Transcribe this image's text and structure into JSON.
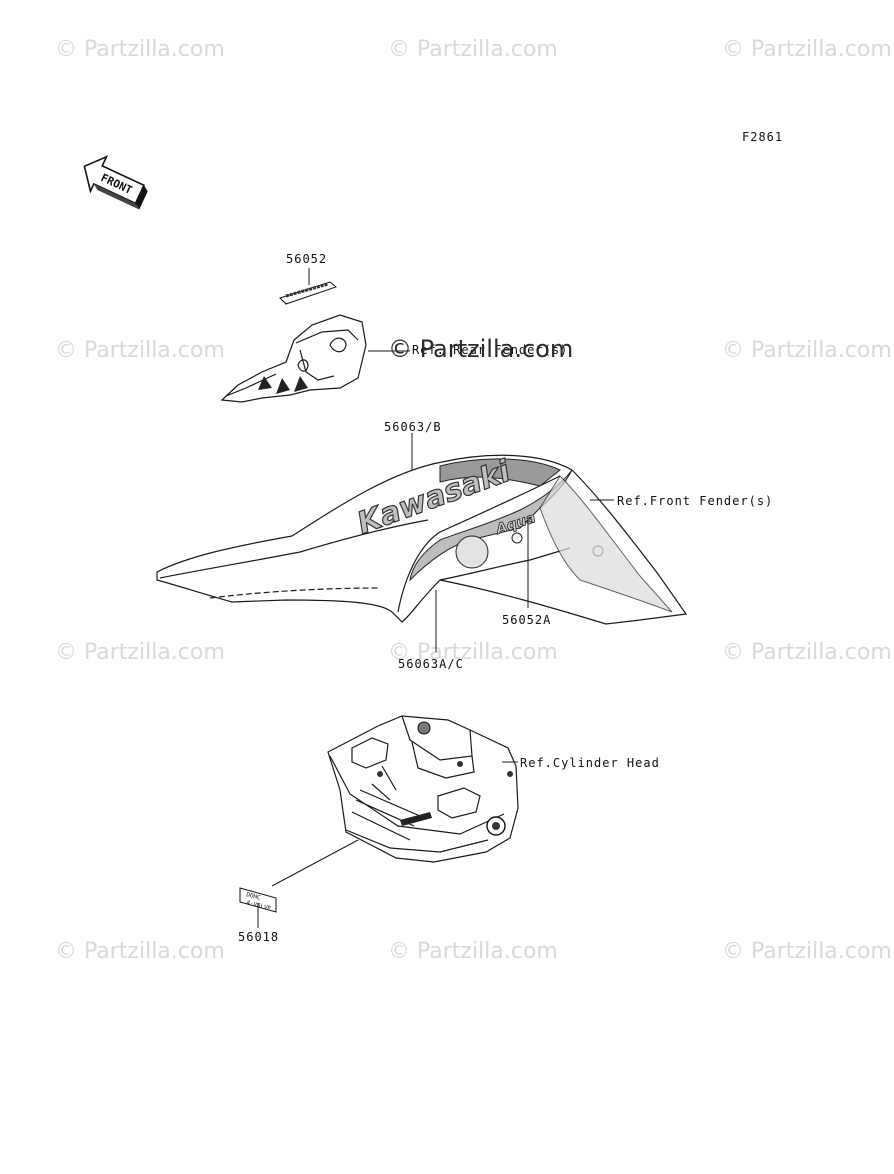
{
  "diagram": {
    "figure_code": "F2861",
    "front_arrow_label": "FRONT",
    "watermark_text": "© Partzilla.com",
    "overlay_watermark_text": "© Partzilla.com",
    "parts": {
      "part_56052": "56052",
      "part_56063B": "56063/B",
      "part_56052A": "56052A",
      "part_56063AC": "56063A/C",
      "part_56018": "56018"
    },
    "references": {
      "rear_fender": "Ref. Rear Fender(s)",
      "front_fender": "Ref.Front Fender(s)",
      "cylinder_head": "Ref.Cylinder Head"
    },
    "decal_text": {
      "brand": "Kawasaki",
      "model": "Aqua",
      "valve_decal_line1": "DOHC",
      "valve_decal_line2": "4-VALVE"
    }
  }
}
